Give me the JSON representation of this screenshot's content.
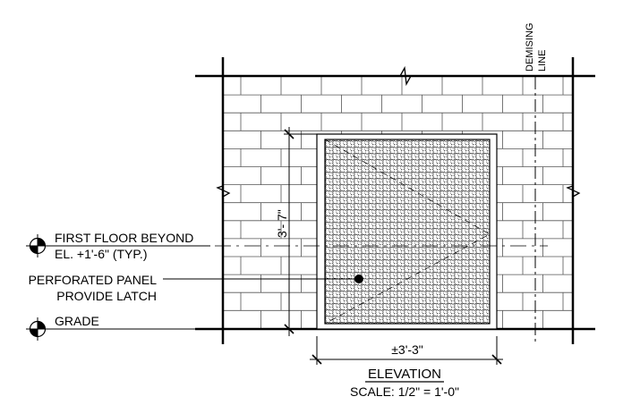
{
  "drawing": {
    "demising_line_label": [
      "DEMISING",
      "LINE"
    ],
    "first_floor_label": "FIRST FLOOR BEYOND",
    "first_floor_elevation": "EL. +1'-6\" (TYP.)",
    "panel_callout": [
      "PERFORATED PANEL",
      "PROVIDE LATCH"
    ],
    "grade_label": "GRADE",
    "height_dimension": "3'- 7\"",
    "width_dimension": "±3'-3\"",
    "view_title": "ELEVATION",
    "scale": "SCALE: 1/2\" = 1'-0\""
  }
}
